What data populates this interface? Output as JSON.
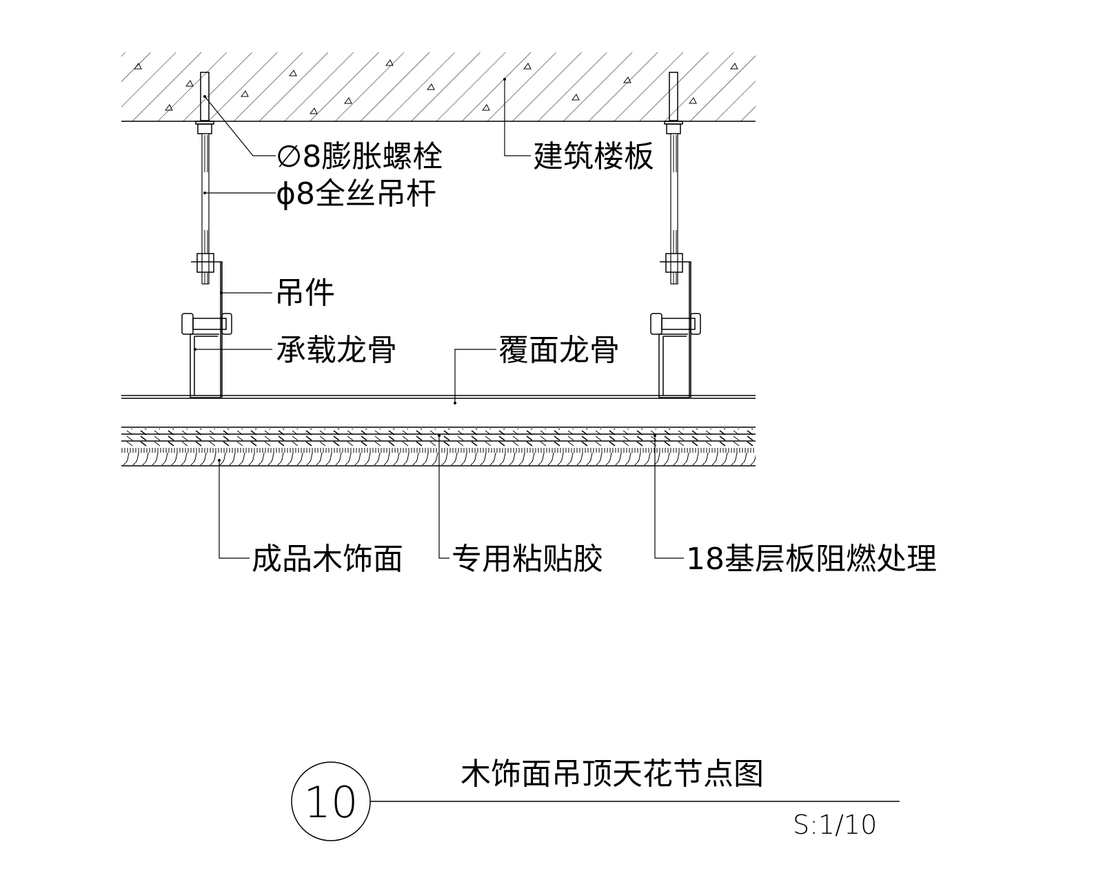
{
  "labels": {
    "expansion_bolt": "∅8膨胀螺栓",
    "threaded_rod": "ϕ8全丝吊杆",
    "building_slab": "建筑楼板",
    "hanger": "吊件",
    "main_keel": "承载龙骨",
    "cover_keel": "覆面龙骨",
    "wood_veneer": "成品木饰面",
    "adhesive": "专用粘贴胶",
    "base_board": "18基层板阻燃处理"
  },
  "title_block": {
    "number": "10",
    "title": "木饰面吊顶天花节点图",
    "scale": "S:1/10"
  }
}
